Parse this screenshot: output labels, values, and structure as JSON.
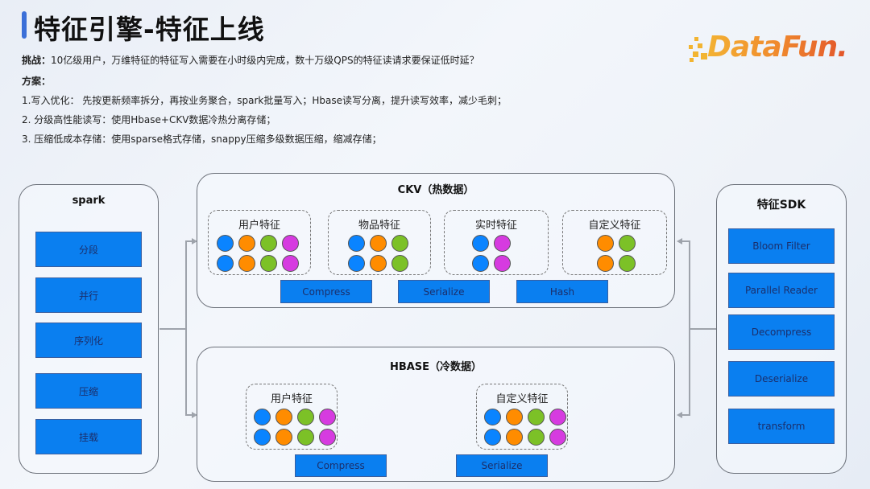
{
  "header": {
    "title": "特征引擎-特征上线",
    "logo_text": "DataFun."
  },
  "info": {
    "challenge_label": "挑战：",
    "challenge_text": "10亿级用户，万维特征的特征写入需要在小时级内完成，数十万级QPS的特征读请求要保证低时延？",
    "solution_label": "方案：",
    "solutions": [
      "1.写入优化： 先按更新频率拆分，再按业务聚合，spark批量写入；Hbase读写分离，提升读写效率，减少毛刺；",
      "2. 分级高性能读写：使用Hbase+CKV数据冷热分离存储；",
      "3. 压缩低成本存储：使用sparse格式存储，snappy压缩多级数据压缩，缩减存储；"
    ]
  },
  "colors": {
    "blue": "#0a84ff",
    "orange": "#ff8c00",
    "green": "#7cc127",
    "purple": "#d63be0",
    "button": "#0a7ff0",
    "title_accent": "#3b6fd8"
  },
  "spark": {
    "title": "spark",
    "steps": [
      "分段",
      "并行",
      "序列化",
      "压缩",
      "挂载"
    ]
  },
  "ckv": {
    "title": "CKV（热数据）",
    "groups": [
      {
        "label": "用户特征",
        "rows": [
          [
            "blue",
            "orange",
            "green",
            "purple"
          ],
          [
            "blue",
            "orange",
            "green",
            "purple"
          ]
        ]
      },
      {
        "label": "物品特征",
        "rows": [
          [
            "blue",
            "orange",
            "green"
          ],
          [
            "blue",
            "orange",
            "green"
          ]
        ]
      },
      {
        "label": "实时特征",
        "rows": [
          [
            "blue",
            "purple"
          ],
          [
            "blue",
            "purple"
          ]
        ]
      },
      {
        "label": "自定义特征",
        "rows": [
          [
            "orange",
            "green"
          ],
          [
            "orange",
            "green"
          ]
        ]
      }
    ],
    "ops": [
      "Compress",
      "Serialize",
      "Hash"
    ]
  },
  "hbase": {
    "title": "HBASE（冷数据）",
    "groups": [
      {
        "label": "用户特征",
        "rows": [
          [
            "blue",
            "orange",
            "green",
            "purple"
          ],
          [
            "blue",
            "orange",
            "green",
            "purple"
          ]
        ]
      },
      {
        "label": "自定义特征",
        "rows": [
          [
            "blue",
            "orange",
            "green",
            "purple"
          ],
          [
            "blue",
            "orange",
            "green",
            "purple"
          ]
        ]
      }
    ],
    "ops": [
      "Compress",
      "Serialize"
    ]
  },
  "sdk": {
    "title": "特征SDK",
    "steps": [
      "Bloom Filter",
      "Parallel Reader",
      "Decompress",
      "Deserialize",
      "transform"
    ]
  }
}
